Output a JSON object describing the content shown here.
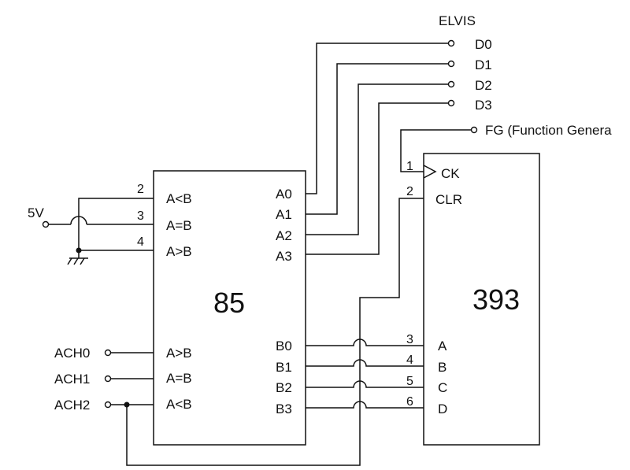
{
  "chip_85": {
    "name": "85",
    "left_pins": [
      "A<B",
      "A=B",
      "A>B"
    ],
    "left_pin_numbers": [
      "2",
      "3",
      "4"
    ],
    "compare_inputs": [
      "A>B",
      "A=B",
      "A<B"
    ],
    "right_pins_a": [
      "A0",
      "A1",
      "A2",
      "A3"
    ],
    "right_pins_b": [
      "B0",
      "B1",
      "B2",
      "B3"
    ]
  },
  "chip_393": {
    "name": "393",
    "ck_label": "CK",
    "clr_label": "CLR",
    "ck_pin": "1",
    "clr_pin": "2",
    "outputs": [
      "A",
      "B",
      "C",
      "D"
    ],
    "output_pin_numbers": [
      "3",
      "4",
      "5",
      "6"
    ]
  },
  "elvis": {
    "title": "ELVIS",
    "lines": [
      "D0",
      "D1",
      "D2",
      "D3"
    ]
  },
  "fg_label": "FG (Function Genera",
  "supply_label": "5V",
  "analog_inputs": [
    "ACH0",
    "ACH1",
    "ACH2"
  ]
}
